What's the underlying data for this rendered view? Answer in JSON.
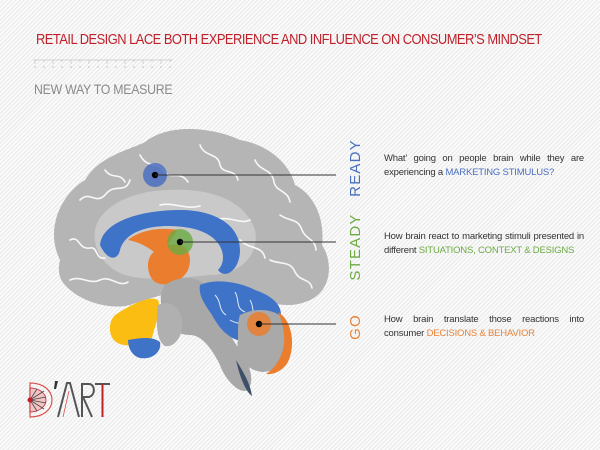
{
  "header": {
    "title": "RETAIL DESIGN LACE BOTH EXPERIENCE AND INFLUENCE ON CONSUMER’S MINDSET",
    "subtitle": "NEW WAY TO MEASURE"
  },
  "colors": {
    "title_red": "#c0202a",
    "ready_blue": "#4a6fbf",
    "steady_green": "#6cab44",
    "go_orange": "#e8843a",
    "brain_grey": "#b4b4b4",
    "brain_blue": "#3f73c8",
    "brain_orange": "#ea7e2e",
    "brain_yellow": "#fbbd12"
  },
  "stages": [
    {
      "label": "READY",
      "desc_prefix": "What’ going on people brain while they are experiencing a ",
      "highlight": "MARKETING STIMULUS?"
    },
    {
      "label": "STEADY",
      "desc_prefix": "How brain react to marketing stimuli presented in different ",
      "highlight": "SITUATIONS, CONTEXT & DESIGNS"
    },
    {
      "label": "GO",
      "desc_prefix": "How brain translate those reactions into consumer ",
      "highlight": "DECISIONS & BEHAVIOR"
    }
  ],
  "logo": {
    "text": "’ART",
    "letter": "D"
  }
}
